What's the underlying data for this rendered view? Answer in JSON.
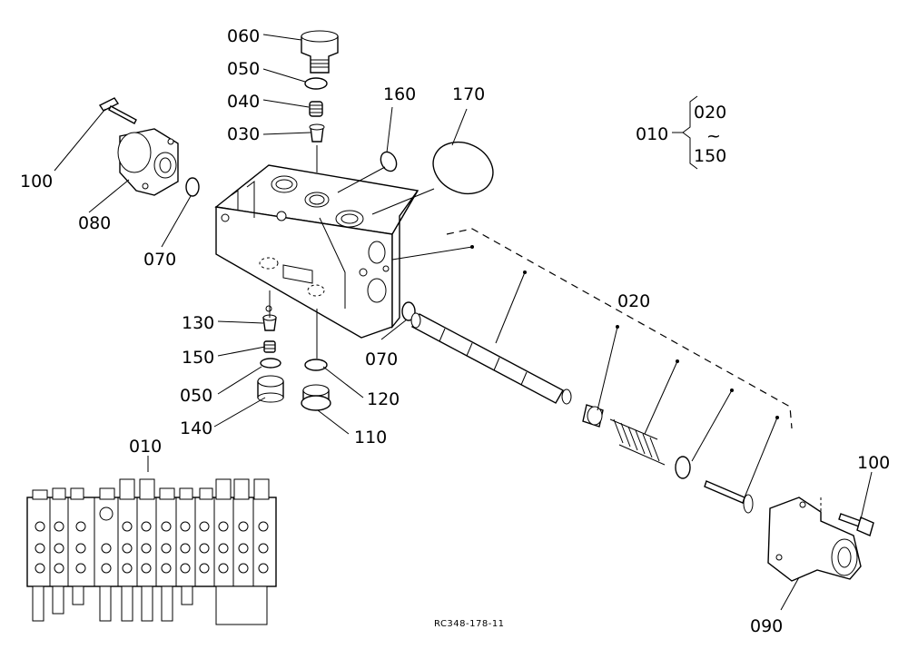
{
  "parts": {
    "p060": "060",
    "p050_top": "050",
    "p040": "040",
    "p030": "030",
    "p160": "160",
    "p170": "170",
    "p100_left": "100",
    "p080": "080",
    "p070_left": "070",
    "p070_mid": "070",
    "p130": "130",
    "p150": "150",
    "p050_bot": "050",
    "p140": "140",
    "p120": "120",
    "p110": "110",
    "p020": "020",
    "p090": "090",
    "p100_right": "100"
  },
  "kit": {
    "assembly": "010",
    "range_start": "020",
    "tilde": "~",
    "range_end": "150"
  },
  "assembly_view": {
    "label": "010"
  },
  "drawing_code": "RC348-178-11"
}
